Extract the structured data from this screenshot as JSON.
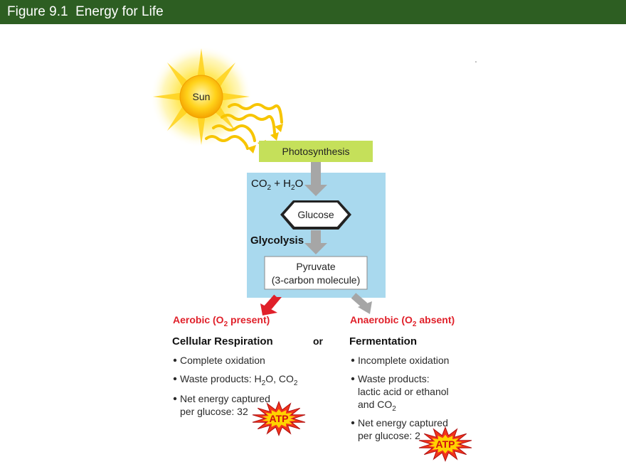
{
  "header": {
    "title": "Figure 9.1  Energy for Life"
  },
  "diagram": {
    "sun_label": "Sun",
    "photosynthesis": "Photosynthesis",
    "co2": "CO",
    "co2_sub": "2",
    "plus_h": " + H",
    "h2o_sub": "2",
    "o": "O",
    "glucose": "Glucose",
    "glycolysis": "Glycolysis",
    "pyruvate_line1": "Pyruvate",
    "pyruvate_line2": "(3-carbon molecule)",
    "or": "or",
    "atp": "ATP"
  },
  "aerobic": {
    "label_pre": "Aerobic (O",
    "label_sub": "2",
    "label_post": " present)",
    "title": "Cellular Respiration",
    "bullet1": "Complete oxidation",
    "bullet2_pre": "Waste products: H",
    "bullet2_sub1": "2",
    "bullet2_mid": "O, CO",
    "bullet2_sub2": "2",
    "bullet3_line1": "Net energy captured",
    "bullet3_line2": "per glucose: 32"
  },
  "anaerobic": {
    "label_pre": "Anaerobic (O",
    "label_sub": "2",
    "label_post": " absent)",
    "title": "Fermentation",
    "bullet1": "Incomplete oxidation",
    "bullet2_line1": "Waste products:",
    "bullet2_line2": "lactic acid or ethanol",
    "bullet2_line3_pre": "and CO",
    "bullet2_line3_sub": "2",
    "bullet3_line1": "Net energy captured",
    "bullet3_line2": "per glucose: 2"
  },
  "colors": {
    "header_bg": "#2d5e22",
    "photosynthesis_box": "#c5e05a",
    "glycolysis_panel": "#a9d9ee",
    "aerobic_arrow": "#e0202a",
    "anaerobic_arrow": "#a6a6a6",
    "atp_burst": "#f2331c",
    "atp_fill": "#ffd300"
  }
}
